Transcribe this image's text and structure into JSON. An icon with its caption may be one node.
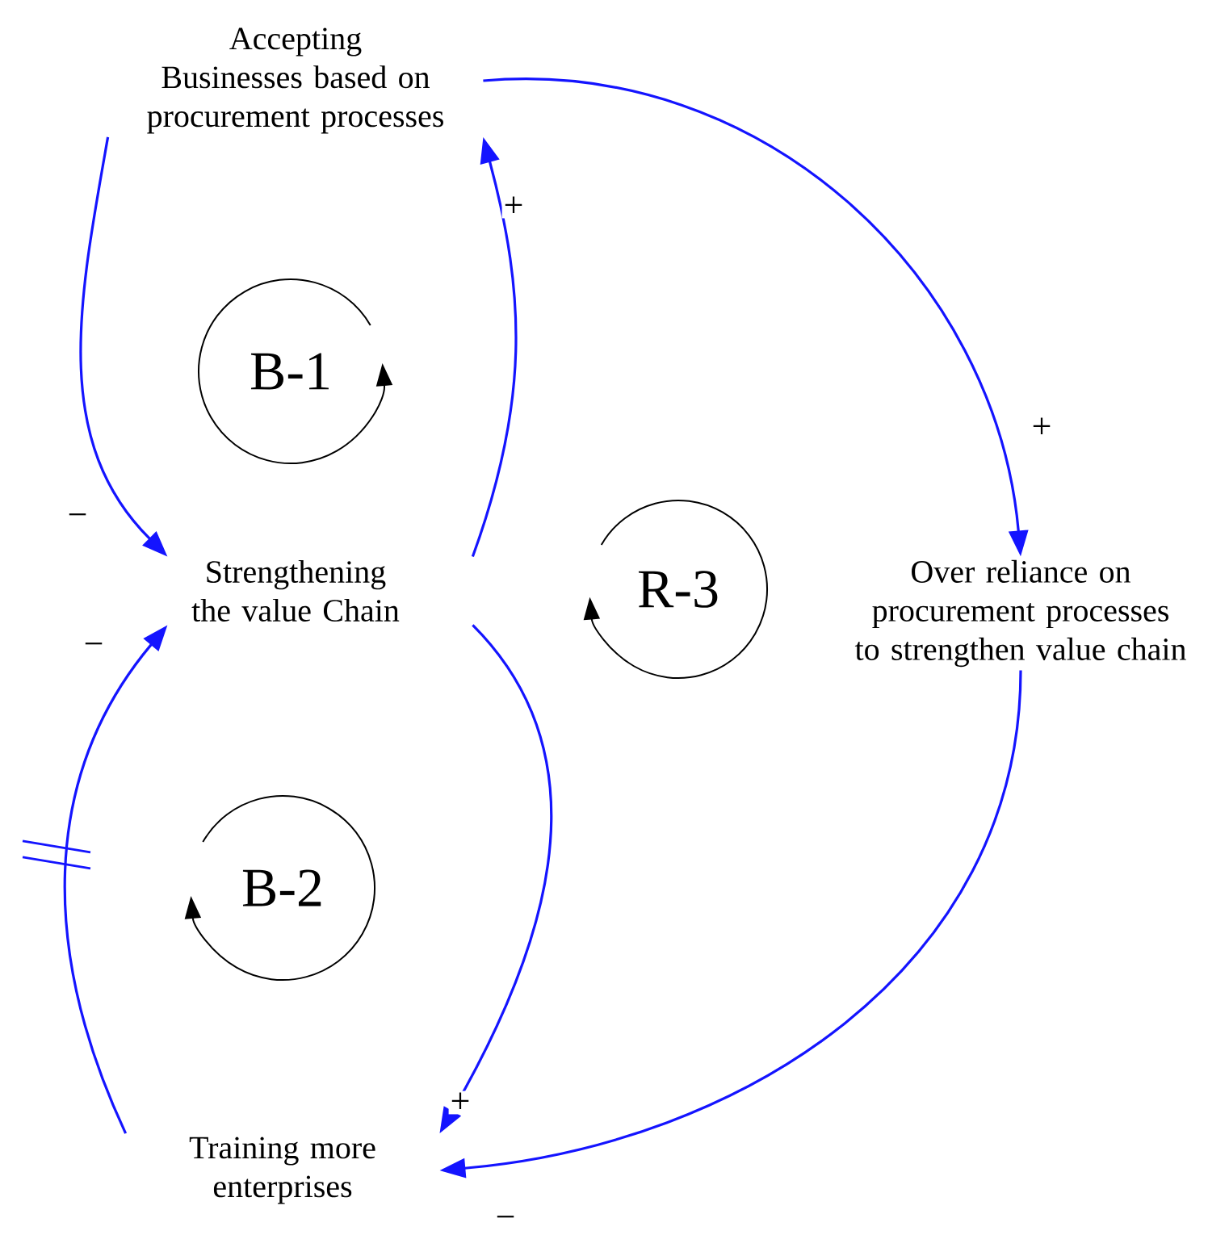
{
  "diagram": {
    "nodes": [
      {
        "text": [
          "Accepting Businesses based on procurement processes"
        ]
      },
      {
        "text": [
          "Strengthening the value Chain"
        ]
      },
      {
        "text": [
          "Over reliance on procurement processes to strengthen value chain"
        ]
      },
      {
        "text": [
          "Training more enterprises"
        ]
      }
    ],
    "edges": [
      {
        "from": 0,
        "to": 1,
        "arrow": "to",
        "label": "−"
      },
      {
        "from": 1,
        "to": 0,
        "arrow": "to",
        "label": "+"
      },
      {
        "from": 0,
        "to": 2,
        "arrow": "to",
        "label": "+"
      },
      {
        "from": 1,
        "to": 3,
        "arrow": "to",
        "label": "+"
      },
      {
        "from": 3,
        "to": 1,
        "arrow": "to",
        "label": "−"
      },
      {
        "from": 2,
        "to": 3,
        "arrow": "to",
        "label": "−"
      }
    ],
    "labels": [
      "B-1",
      "R-3",
      "B-2"
    ]
  }
}
